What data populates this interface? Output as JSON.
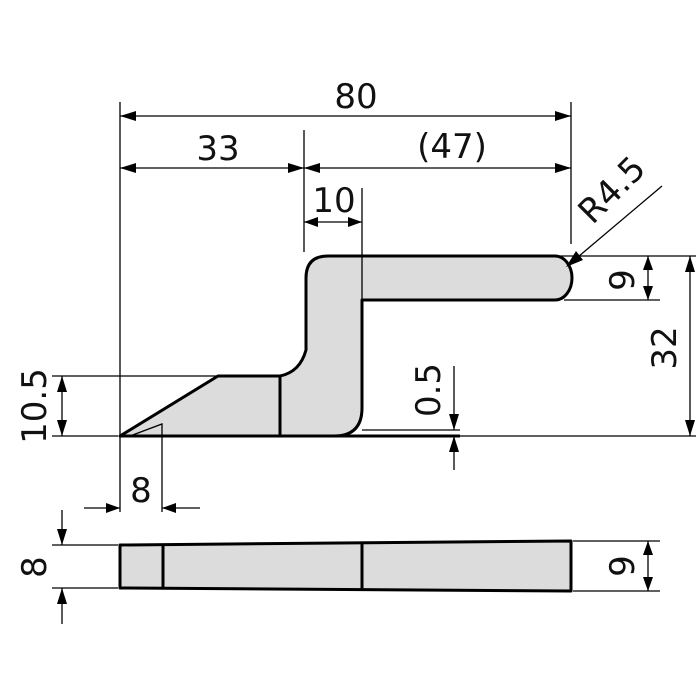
{
  "colors": {
    "part_fill": "#dcdcdc",
    "line": "#000000",
    "background": "#ffffff"
  },
  "dimensions": {
    "overall_length": "80",
    "left_length": "33",
    "right_length": "(47)",
    "neck_width": "10",
    "tip_radius": "R4.5",
    "arm_thickness": "9",
    "overall_height": "32",
    "step_height": "0.5",
    "blade_height": "10.5",
    "blade_length": "8",
    "bottom_thickness_left": "8",
    "bottom_thickness_right": "9"
  }
}
